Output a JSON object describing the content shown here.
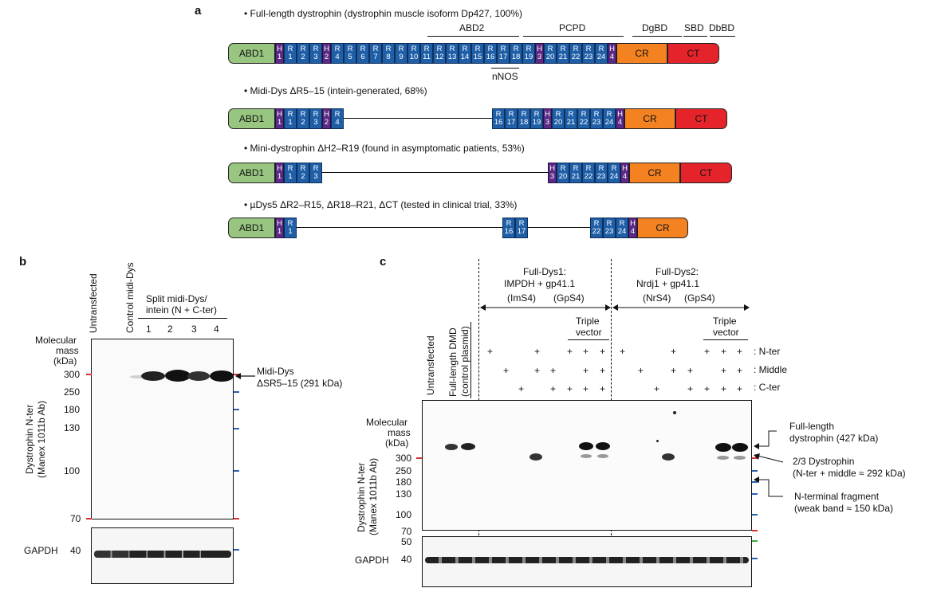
{
  "panel_a": {
    "letter": "a",
    "constructs": [
      {
        "title": "• Full-length dystrophin (dystrophin muscle isoform Dp427, 100%)"
      },
      {
        "title": "• Midi-Dys ΔR5–15 (intein-generated, 68%)"
      },
      {
        "title": "• Mini-dystrophin ΔH2–R19 (found in asymptomatic patients, 53%)"
      },
      {
        "title": "• µDys5 ΔR2–R15, ΔR18–R21, ΔCT  (tested in clinical trial, 33%)"
      }
    ],
    "domains": {
      "abd1": "ABD1",
      "cr": "CR",
      "ct": "CT",
      "r": "R",
      "h": "H"
    },
    "brackets": {
      "abd2": "ABD2",
      "pcpd": "PCPD",
      "dgbd": "DgBD",
      "sbd": "SBD",
      "dbbd": "DbBD",
      "nnos": "nNOS"
    },
    "colors": {
      "abd1": "#98c681",
      "repeat": "#1f5fa8",
      "hinge": "#5a2b86",
      "cr": "#f58220",
      "ct": "#e5232a"
    }
  },
  "panel_b": {
    "letter": "b",
    "lanes": {
      "untransfected": "Untransfected",
      "control": "Control midi-Dys"
    },
    "split_label_1": "Split midi-Dys/",
    "split_label_2": "intein (N + C-ter)",
    "lane_numbers": [
      "1",
      "2",
      "3",
      "4"
    ],
    "mm_label_1": "Molecular",
    "mm_label_2": "mass",
    "mm_label_3": "(kDa)",
    "ylabel_1": "Dystrophin N-ter",
    "ylabel_2": "(Manex 1011b Ab)",
    "markers": [
      "300",
      "250",
      "180",
      "130",
      "100",
      "70"
    ],
    "gapdh": "GAPDH",
    "gapdh_marker": "40",
    "band_label_1": "Midi-Dys",
    "band_label_2": "ΔSR5–15 (291 kDa)"
  },
  "panel_c": {
    "letter": "c",
    "lanes": {
      "untransfected": "Untransfected",
      "dmd_1": "Full-length DMD",
      "dmd_2": "(control plasmid)"
    },
    "group1": {
      "title_1": "Full-Dys1:",
      "title_2": "IMPDH + gp41.1",
      "sub_1": "(ImS4)",
      "sub_2": "(GpS4)"
    },
    "group2": {
      "title_1": "Full-Dys2:",
      "title_2": "Nrdj1 + gp41.1",
      "sub_1": "(NrS4)",
      "sub_2": "(GpS4)"
    },
    "triple_1": "Triple",
    "triple_2": "vector",
    "row_labels": [
      ": N-ter",
      ": Middle",
      ": C-ter"
    ],
    "plus": "+",
    "mm_label_1": "Molecular",
    "mm_label_2": "mass",
    "mm_label_3": "(kDa)",
    "ylabel_1": "Dystrophin N-ter",
    "ylabel_2": "(Manex 1011b Ab)",
    "markers": [
      "300",
      "250",
      "180",
      "130",
      "100",
      "70"
    ],
    "gapdh_markers": [
      "50",
      "40"
    ],
    "gapdh": "GAPDH",
    "annotations": [
      {
        "line1": "Full-length",
        "line2": "dystrophin (427 kDa)"
      },
      {
        "line1": "2/3 Dystrophin",
        "line2": "(N-ter + middle ≈ 292 kDa)"
      },
      {
        "line1": "N-terminal fragment",
        "line2": "(weak band ≈ 150 kDa)"
      }
    ]
  }
}
